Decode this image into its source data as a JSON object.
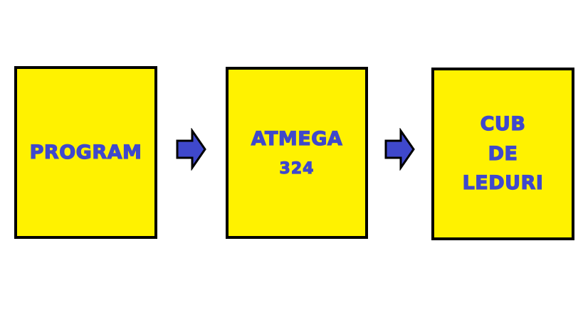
{
  "colors": {
    "box_fill": "#fff200",
    "box_border": "#000000",
    "text": "#3f48cc",
    "arrow_fill": "#3f48cc",
    "arrow_stroke": "#000000"
  },
  "blocks": [
    {
      "lines": [
        "PROGRAM"
      ]
    },
    {
      "lines": [
        "ATMEGA",
        "324"
      ]
    },
    {
      "lines": [
        "CUB",
        "DE",
        "LEDURI"
      ]
    }
  ],
  "connectors": [
    {
      "from": "PROGRAM",
      "to": "ATMEGA 324",
      "icon": "right-arrow-icon"
    },
    {
      "from": "ATMEGA 324",
      "to": "CUB DE LEDURI",
      "icon": "right-arrow-icon"
    }
  ]
}
